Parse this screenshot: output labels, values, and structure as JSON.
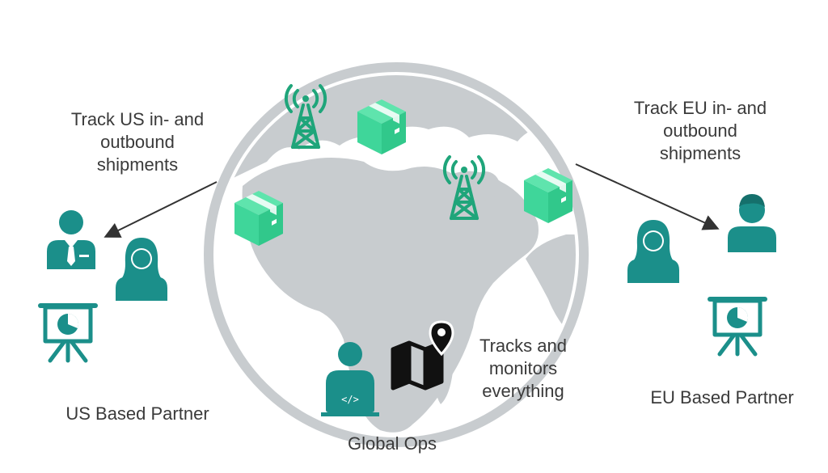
{
  "labels": {
    "us_track": [
      "Track US in- and",
      "outbound",
      "shipments"
    ],
    "eu_track": [
      "Track EU in- and",
      "outbound",
      "shipments"
    ],
    "ops_track": [
      "Tracks and",
      "monitors",
      "everything"
    ],
    "us_partner": "US Based Partner",
    "eu_partner": "EU Based Partner",
    "global_ops": "Global Ops"
  },
  "colors": {
    "teal": "#1b8f8a",
    "package": "#3fd69a",
    "package_dark": "#2bbf84",
    "tower": "#1fa57a",
    "globe": "#c8cccf",
    "map_icon": "#111111",
    "arrow": "#333333"
  },
  "icons": [
    "broadcast-tower-icon",
    "package-icon",
    "businessman-icon",
    "woman-icon",
    "man-icon",
    "presentation-board-icon",
    "laptop-user-icon",
    "map-pin-icon"
  ]
}
